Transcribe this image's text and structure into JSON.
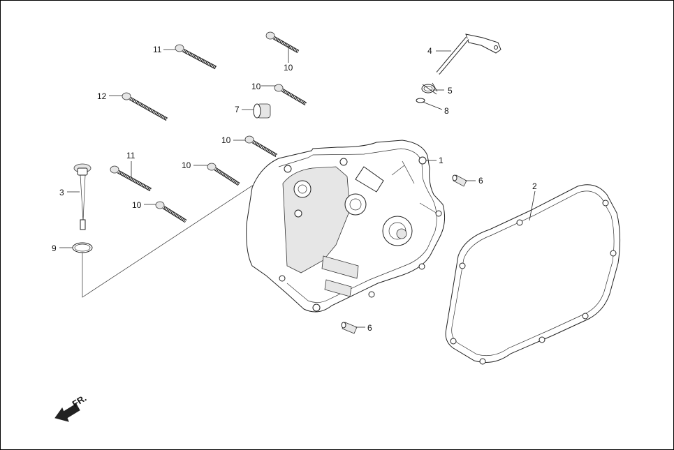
{
  "labels": {
    "part_1": "1",
    "part_2": "2",
    "part_3": "3",
    "part_4": "4",
    "part_5": "5",
    "part_6a": "6",
    "part_6b": "6",
    "part_7": "7",
    "part_8": "8",
    "part_9": "9",
    "part_10a": "10",
    "part_10b": "10",
    "part_10c": "10",
    "part_10d": "10",
    "part_10e": "10",
    "part_11a": "11",
    "part_11b": "11",
    "part_12": "12"
  },
  "front_indicator": "FR."
}
